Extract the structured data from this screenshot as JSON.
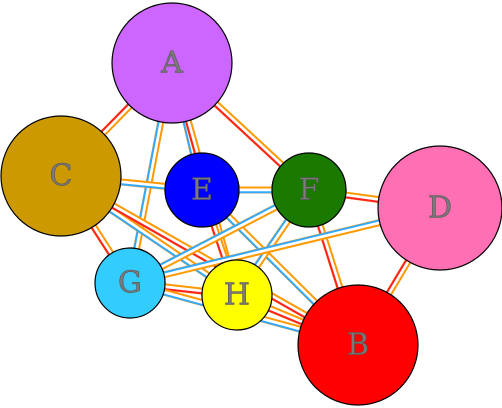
{
  "nodes": [
    {
      "id": "A",
      "label": "A",
      "color": "#cc66ff"
    },
    {
      "id": "C",
      "label": "C",
      "color": "#cc9900"
    },
    {
      "id": "E",
      "label": "E",
      "color": "#0000ff"
    },
    {
      "id": "F",
      "label": "F",
      "color": "#1a7a00"
    },
    {
      "id": "D",
      "label": "D",
      "color": "#ff6fb4"
    },
    {
      "id": "G",
      "label": "G",
      "color": "#33ccff"
    },
    {
      "id": "H",
      "label": "H",
      "color": "#ffff00"
    },
    {
      "id": "B",
      "label": "B",
      "color": "#ff0000"
    }
  ],
  "edges": [
    {
      "from": "A",
      "to": "C"
    },
    {
      "from": "A",
      "to": "E"
    },
    {
      "from": "A",
      "to": "F"
    },
    {
      "from": "A",
      "to": "G"
    },
    {
      "from": "A",
      "to": "H"
    },
    {
      "from": "C",
      "to": "E"
    },
    {
      "from": "C",
      "to": "G"
    },
    {
      "from": "C",
      "to": "H"
    },
    {
      "from": "C",
      "to": "B"
    },
    {
      "from": "E",
      "to": "F"
    },
    {
      "from": "E",
      "to": "H"
    },
    {
      "from": "E",
      "to": "B"
    },
    {
      "from": "F",
      "to": "D"
    },
    {
      "from": "F",
      "to": "G"
    },
    {
      "from": "F",
      "to": "B"
    },
    {
      "from": "F",
      "to": "H"
    },
    {
      "from": "D",
      "to": "B"
    },
    {
      "from": "D",
      "to": "G"
    },
    {
      "from": "G",
      "to": "H"
    },
    {
      "from": "G",
      "to": "B"
    },
    {
      "from": "H",
      "to": "B"
    }
  ],
  "edge_colors": {
    "outer": "#ff9900",
    "inner": "#ffffff",
    "accent_a": "#ff2222",
    "accent_b": "#33aaff"
  }
}
